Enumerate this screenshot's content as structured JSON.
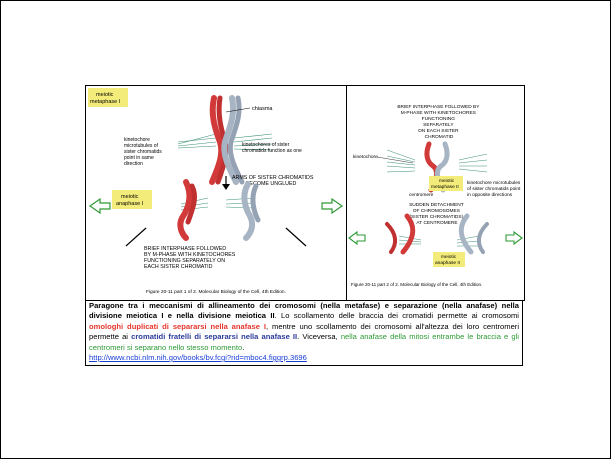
{
  "left_panel": {
    "label_meta1": "meiotic\nmetaphase I",
    "chiasma": "chiasma",
    "kt_micro": "kinetochore\nmicrotubules of\nsister chromatids\npoint in same\ndirection",
    "kt_sister": "kinetochores of sister\nchromatids function as one",
    "arms": "ARMS OF SISTER CHROMATIDS\nBECOME UNGLUED",
    "label_ana1": "meiotic\nanaphase I",
    "brief": "BRIEF INTERPHASE FOLLOWED\nBY M-PHASE WITH KINETOCHORES\nFUNCTIONING SEPARATELY ON\nEACH SISTER CHROMATID",
    "caption": "Figure 20-11 part 1 of 2. Molecular Biology of the Cell, 4th Edition."
  },
  "right_panel": {
    "brief": "BRIEF INTERPHASE FOLLOWED BY\nM-PHASE WITH KINETOCHORES\nFUNCTIONING\nSEPARATELY\nON EACH SISTER\nCHROMATID",
    "kinetochore": "kinetochore",
    "label_meta2": "meiotic\nmetaphase II",
    "centromere": "centromere",
    "kt_opposite": "kinetochore microtubules\nof sister chromatids point\nin opposite directions",
    "sudden": "SUDDEN DETACHMENT\nOF CHROMOSOMES\n(SISTER CHROMATIDS)\nAT CENTROMERE",
    "label_ana2": "meiotic\nanaphase II",
    "caption": "Figure 20-11 part 2 of 2. Molecular Biology of the Cell, 4th Edition."
  },
  "caption": {
    "p1": "Paragone tra i meccanismi di allineamento dei cromosomi (nella metafase) e separazione (nella anafase) nella divisione meiotica I e nella divisione meiotica II",
    "p2": ". Lo scollamento delle braccia dei cromatidi permette ai cromosomi ",
    "p3": "omologhi duplicati di separarsi nella anafase I",
    "p4": ", mentre uno scollamento dei cromosomi all'altezza dei loro centromeri permette ai ",
    "p5": "cromatidi fratelli di separarsi nella anafase II",
    "p6": ". Viceversa, ",
    "p7": "nella anafase della mitosi entrambe le braccia e gli centromeri si separano nello stesso momento",
    "p8": ".",
    "link": "http://www.ncbi.nlm.nih.gov/books/bv.fcgi?rid=mboc4.figgrp.3696"
  },
  "colors": {
    "red_chromatid": "#d23a3a",
    "grey_chromatid": "#a7b4c4",
    "label_bg": "#f3ec7a",
    "spindle": "#3a8f78"
  }
}
